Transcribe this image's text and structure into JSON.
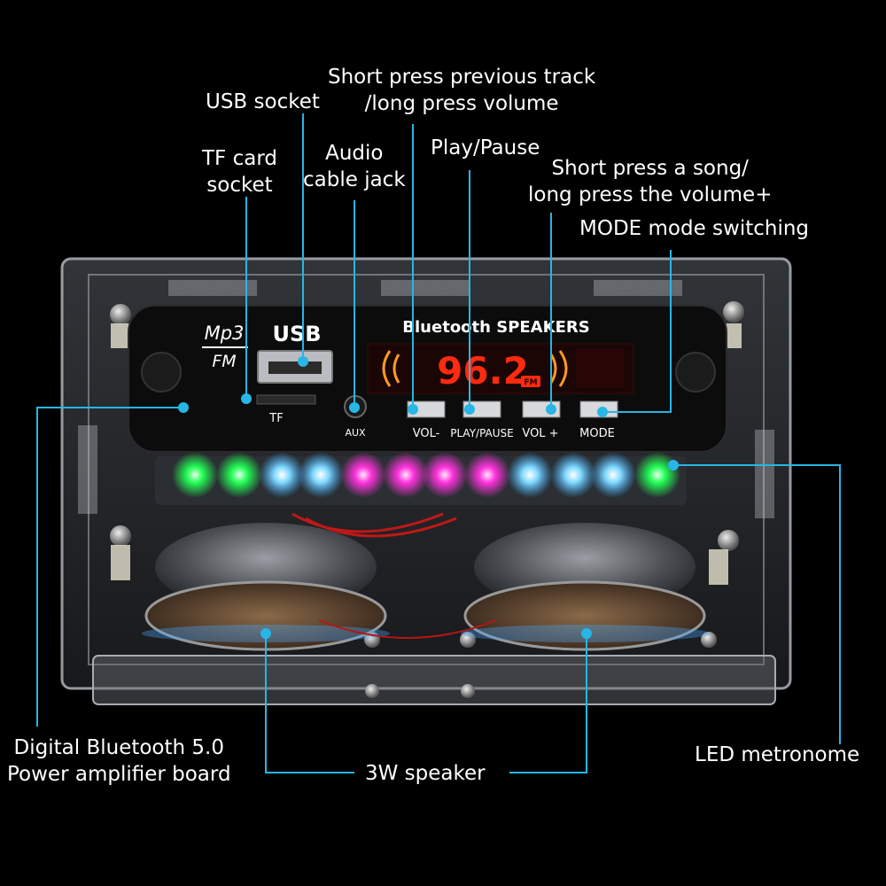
{
  "labels": {
    "usb_socket": "USB socket",
    "tf_card_socket": [
      "TF card",
      "socket"
    ],
    "audio_jack": [
      "Audio",
      "cable jack"
    ],
    "prev_track": [
      "Short press previous track",
      "/long press volume"
    ],
    "play_pause": "Play/Pause",
    "next_song": [
      "Short press a song/",
      "long press the volume+"
    ],
    "mode_switching": "MODE mode switching",
    "amplifier_board": [
      "Digital Bluetooth 5.0",
      "Power amplifier board"
    ],
    "speaker": "3W speaker",
    "led_metronome": "LED metronome"
  },
  "panel": {
    "mp3": "Mp3",
    "fm": "FM",
    "usb": "USB",
    "tf": "TF",
    "aux": "AUX",
    "title": "Bluetooth SPEAKERS",
    "display": "96.2",
    "fm_badge": "FM",
    "btn_vol_minus": "VOL-",
    "btn_play_pause": "PLAY/PAUSE",
    "btn_vol_plus": "VOL +",
    "btn_mode": "MODE"
  },
  "colors": {
    "callout_line": "#27b6e6",
    "display_red": "#ff2a10",
    "led_green": "#22ff55",
    "led_cyan": "#7fd8ff",
    "led_magenta": "#ff33dd"
  },
  "leds": [
    "green",
    "green",
    "cyan",
    "cyan",
    "magenta",
    "magenta",
    "magenta",
    "magenta",
    "cyan",
    "cyan",
    "cyan",
    "green"
  ]
}
